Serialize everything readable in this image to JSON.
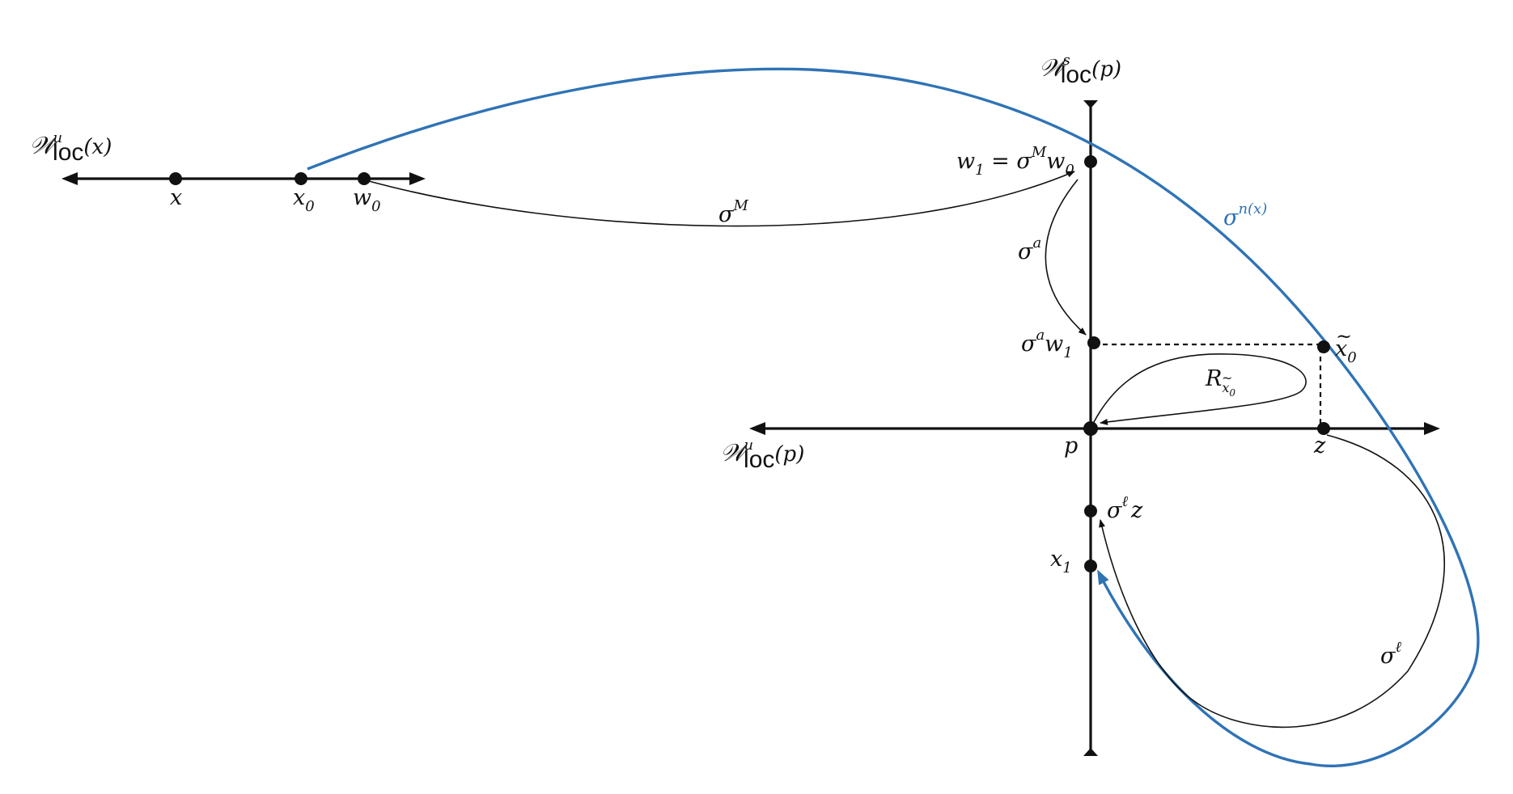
{
  "labels": {
    "w_unstable_x": {
      "script": "𝒲",
      "sup": "u",
      "sub": "loc",
      "arg": "(x)"
    },
    "w_stable_p": {
      "script": "𝒲",
      "sup": "s",
      "sub": "loc",
      "arg": "(p)"
    },
    "w_unstable_p": {
      "script": "𝒲",
      "sup": "u",
      "sub": "loc",
      "arg": "(p)"
    },
    "point_x": "x",
    "point_x0": {
      "base": "x",
      "sub": "0"
    },
    "point_w0": {
      "base": "w",
      "sub": "0"
    },
    "point_w1_eq": {
      "lhs_base": "w",
      "lhs_sub": "1",
      "eq": " = ",
      "sigma": "σ",
      "sup": "M",
      "rhs_base": "w",
      "rhs_sub": "0"
    },
    "point_sa_w1": {
      "sigma": "σ",
      "sup": "a",
      "base": "w",
      "sub": "1"
    },
    "point_xt0": {
      "tilde": "~",
      "base": "x",
      "sub": "0"
    },
    "point_p": "p",
    "point_z": "z",
    "point_sl_z": {
      "sigma": "σ",
      "sup": "ℓ",
      "base": "z"
    },
    "point_x1": {
      "base": "x",
      "sub": "1"
    },
    "arrow_sigma_M": {
      "sigma": "σ",
      "sup": "M"
    },
    "arrow_sigma_a": {
      "sigma": "σ",
      "sup": "a"
    },
    "arrow_R": {
      "base": "R",
      "sub_tilde": "~",
      "sub_base": "x",
      "sub_sub": "0"
    },
    "arrow_sigma_l": {
      "sigma": "σ",
      "sup": "ℓ"
    },
    "orbit_sigma_n": {
      "sigma": "σ",
      "sup": "n(x)"
    }
  },
  "colors": {
    "orbit": "#2f73b5",
    "ink": "#111111"
  }
}
